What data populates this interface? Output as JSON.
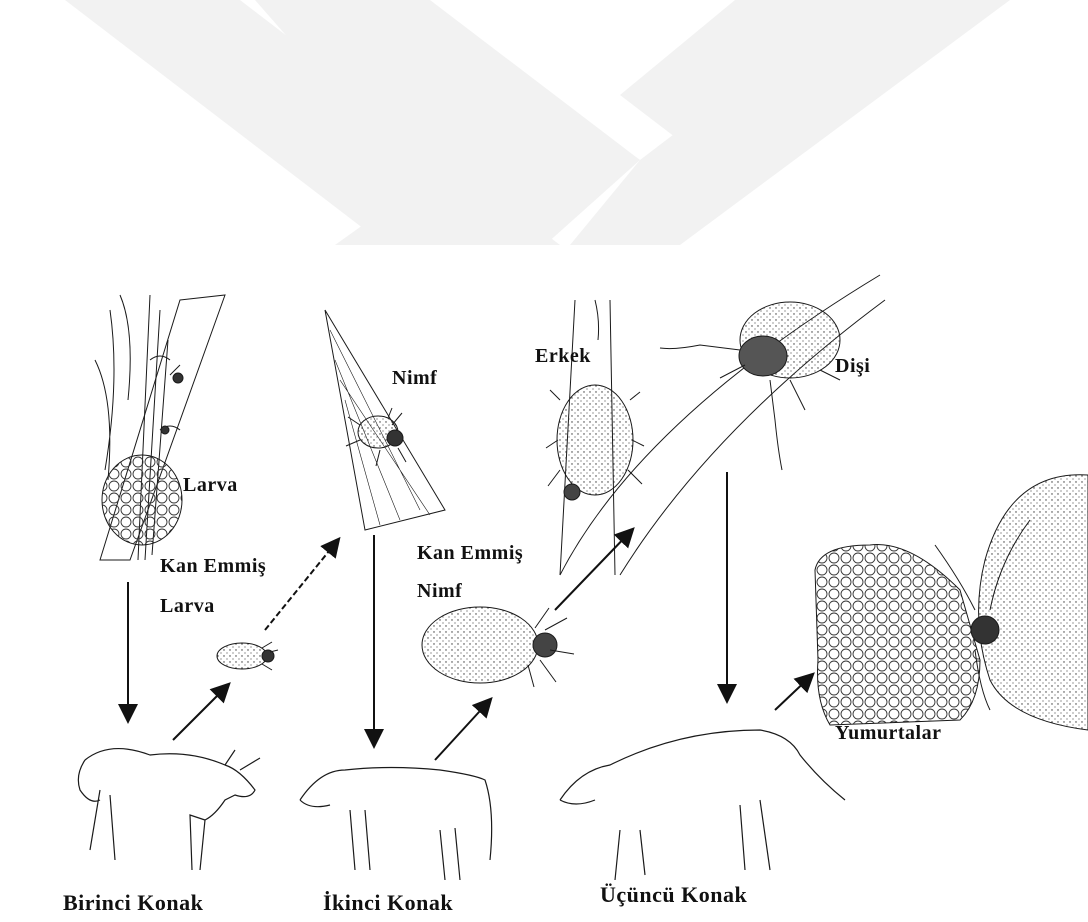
{
  "stages": {
    "larva": "Larva",
    "fed_larva_line1": "Kan Emmiş",
    "fed_larva_line2": "Larva",
    "nymph": "Nimf",
    "fed_nymph_line1": "Kan Emmiş",
    "fed_nymph_line2": "Nimf",
    "male": "Erkek",
    "female": "Dişi",
    "eggs": "Yumurtalar"
  },
  "hosts": {
    "first": "Birinci Konak",
    "second": "İkinci Konak",
    "third": "Üçüncü Konak"
  },
  "colors": {
    "watermark": "#f2f2f2",
    "ink": "#1a1a1a"
  },
  "icons": [
    "tick-larva",
    "tick-nymph",
    "tick-male",
    "tick-female",
    "egg-mass",
    "cattle",
    "grass-stem"
  ]
}
